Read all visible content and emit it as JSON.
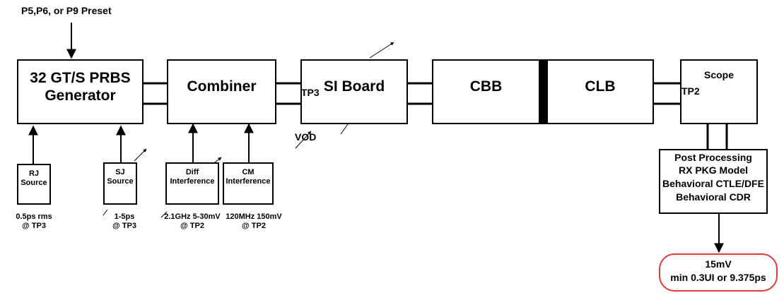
{
  "preset_label": "P5,P6, or P9 Preset",
  "blocks": {
    "generator": "32 GT/S PRBS\nGenerator",
    "combiner": "Combiner",
    "si_board": "SI Board",
    "cbb": "CBB",
    "clb": "CLB",
    "scope": "Scope"
  },
  "tp_labels": {
    "tp3": "TP3",
    "tp2": "TP2",
    "vod": "VOD"
  },
  "sources": [
    {
      "name": "RJ\nSource",
      "spec": "0.5ps rms\n@ TP3"
    },
    {
      "name": "SJ\nSource",
      "spec": "1-5ps\n@ TP3"
    },
    {
      "name": "Diff\nInterference",
      "spec": "2.1GHz 5-30mV\n@ TP2"
    },
    {
      "name": "CM\nInterference",
      "spec": "120MHz 150mV\n@ TP2"
    }
  ],
  "post_processing": [
    "Post Processing",
    "RX PKG Model",
    "Behavioral CTLE/DFE",
    "Behavioral CDR"
  ],
  "result": {
    "line1": "15mV",
    "line2": "min 0.3UI or 9.375ps",
    "border_color": "#e23a3a"
  }
}
